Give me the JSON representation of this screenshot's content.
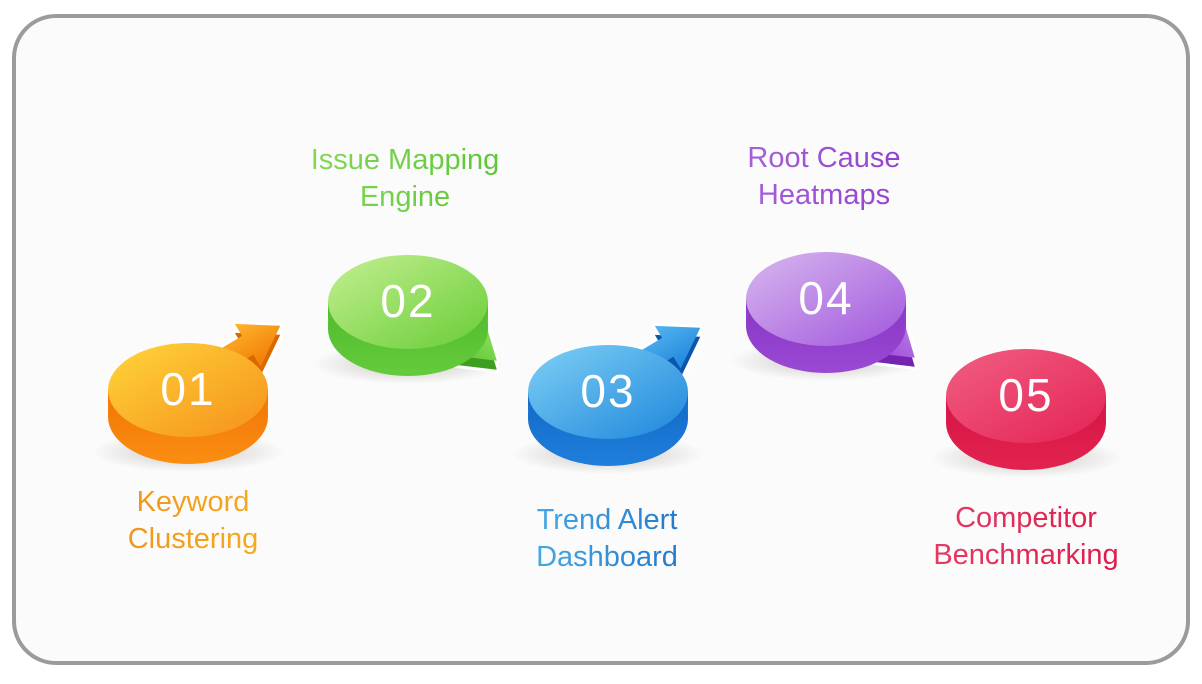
{
  "card": {
    "background_color": "#fbfbfb",
    "border_color": "#9b9b9b",
    "page_background": "#ffffff"
  },
  "steps": [
    {
      "number": "01",
      "label_line1": "Keyword",
      "label_line2": "Clustering",
      "label_position": "below",
      "arrow_direction": "up-right",
      "colors": {
        "top_start": "#FFD53A",
        "top_end": "#F5901B",
        "side_start": "#ED6D02",
        "side_end": "#FB8E12",
        "arrow_start": "#FFB42D",
        "arrow_end": "#F07C06",
        "arrow_side": "#D96800",
        "label_start": "#ED8C1C",
        "label_end": "#F8B41E",
        "number_color": "#FFFFFF"
      }
    },
    {
      "number": "02",
      "label_line1": "Issue Mapping",
      "label_line2": "Engine",
      "label_position": "above",
      "arrow_direction": "down-right",
      "colors": {
        "top_start": "#C4EF92",
        "top_end": "#68CD36",
        "side_start": "#4AB628",
        "side_end": "#64CB3C",
        "arrow_start": "#90E060",
        "arrow_end": "#5BC634",
        "arrow_side": "#3F9E20",
        "label_start": "#8ADC5C",
        "label_end": "#56C230",
        "number_color": "#FFFFFF"
      }
    },
    {
      "number": "03",
      "label_line1": "Trend Alert",
      "label_line2": "Dashboard",
      "label_position": "below",
      "arrow_direction": "up-right",
      "colors": {
        "top_start": "#7FD0F5",
        "top_end": "#1E86DB",
        "side_start": "#1160C1",
        "side_end": "#1F7FDB",
        "arrow_start": "#55B4EE",
        "arrow_end": "#1F86DC",
        "arrow_side": "#0B55AE",
        "label_start": "#54BBEF",
        "label_end": "#1566C2",
        "number_color": "#FFFFFF"
      }
    },
    {
      "number": "04",
      "label_line1": "Root Cause",
      "label_line2": "Heatmaps",
      "label_position": "above",
      "arrow_direction": "down-right",
      "colors": {
        "top_start": "#D8B8EF",
        "top_end": "#A157DD",
        "side_start": "#8230BE",
        "side_end": "#9A49D5",
        "arrow_start": "#BC7BE8",
        "arrow_end": "#9A4AD6",
        "arrow_side": "#7524B0",
        "label_start": "#AB6BDD",
        "label_end": "#8C36CA",
        "number_color": "#FFFFFF"
      }
    },
    {
      "number": "05",
      "label_line1": "Competitor",
      "label_line2": "Benchmarking",
      "label_position": "below",
      "arrow_direction": "none",
      "colors": {
        "top_start": "#F15F82",
        "top_end": "#E42355",
        "side_start": "#CF0F40",
        "side_end": "#E3234F",
        "label_start": "#E8406A",
        "label_end": "#DC1445",
        "number_color": "#FFFFFF"
      }
    }
  ]
}
